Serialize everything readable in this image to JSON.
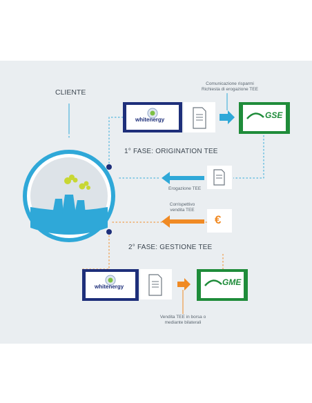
{
  "client_label": "CLIENTE",
  "phase1_label": "1° FASE: ORIGINATION TEE",
  "phase2_label": "2° FASE: GESTIONE TEE",
  "gse_note": [
    "Comunicazione risparmi",
    "Richiesta di erogazione TEE"
  ],
  "erogazione_label": "Erogazione TEE",
  "corrispettivo_note": [
    "Corrispettivo",
    "vendita TEE"
  ],
  "vendita_note": [
    "Vendita TEE in borsa o",
    "mediante bilaterali"
  ],
  "whitenergy_logo_text": "whitenergy",
  "gse_logo_text": "GSE",
  "gme_logo_text": "GME",
  "euro_symbol": "€",
  "colors": {
    "navy": "#1e2f7a",
    "green": "#1f8c3a",
    "teal": "#2fa8d8",
    "orange": "#f08a24",
    "panel": "#eaeef1",
    "doc_box": "#ffffff"
  }
}
